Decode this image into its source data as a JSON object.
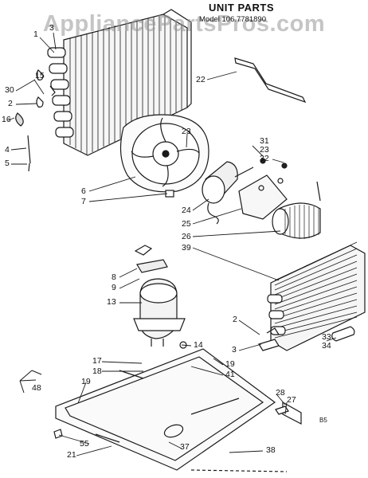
{
  "header": {
    "title": "UNIT PARTS",
    "model": "Model 106.7781890"
  },
  "watermark": "AppliancePartsPros.com",
  "diagram_code": "B5",
  "callouts": [
    "1",
    "3",
    "30",
    "15",
    "2",
    "16",
    "4",
    "5",
    "22",
    "23",
    "6",
    "7",
    "31",
    "23",
    "32",
    "24",
    "25",
    "26",
    "39",
    "8",
    "9",
    "13",
    "2",
    "14",
    "17",
    "18",
    "19",
    "41",
    "19",
    "3",
    "33",
    "34",
    "48",
    "28",
    "27",
    "55",
    "21",
    "37",
    "38"
  ]
}
